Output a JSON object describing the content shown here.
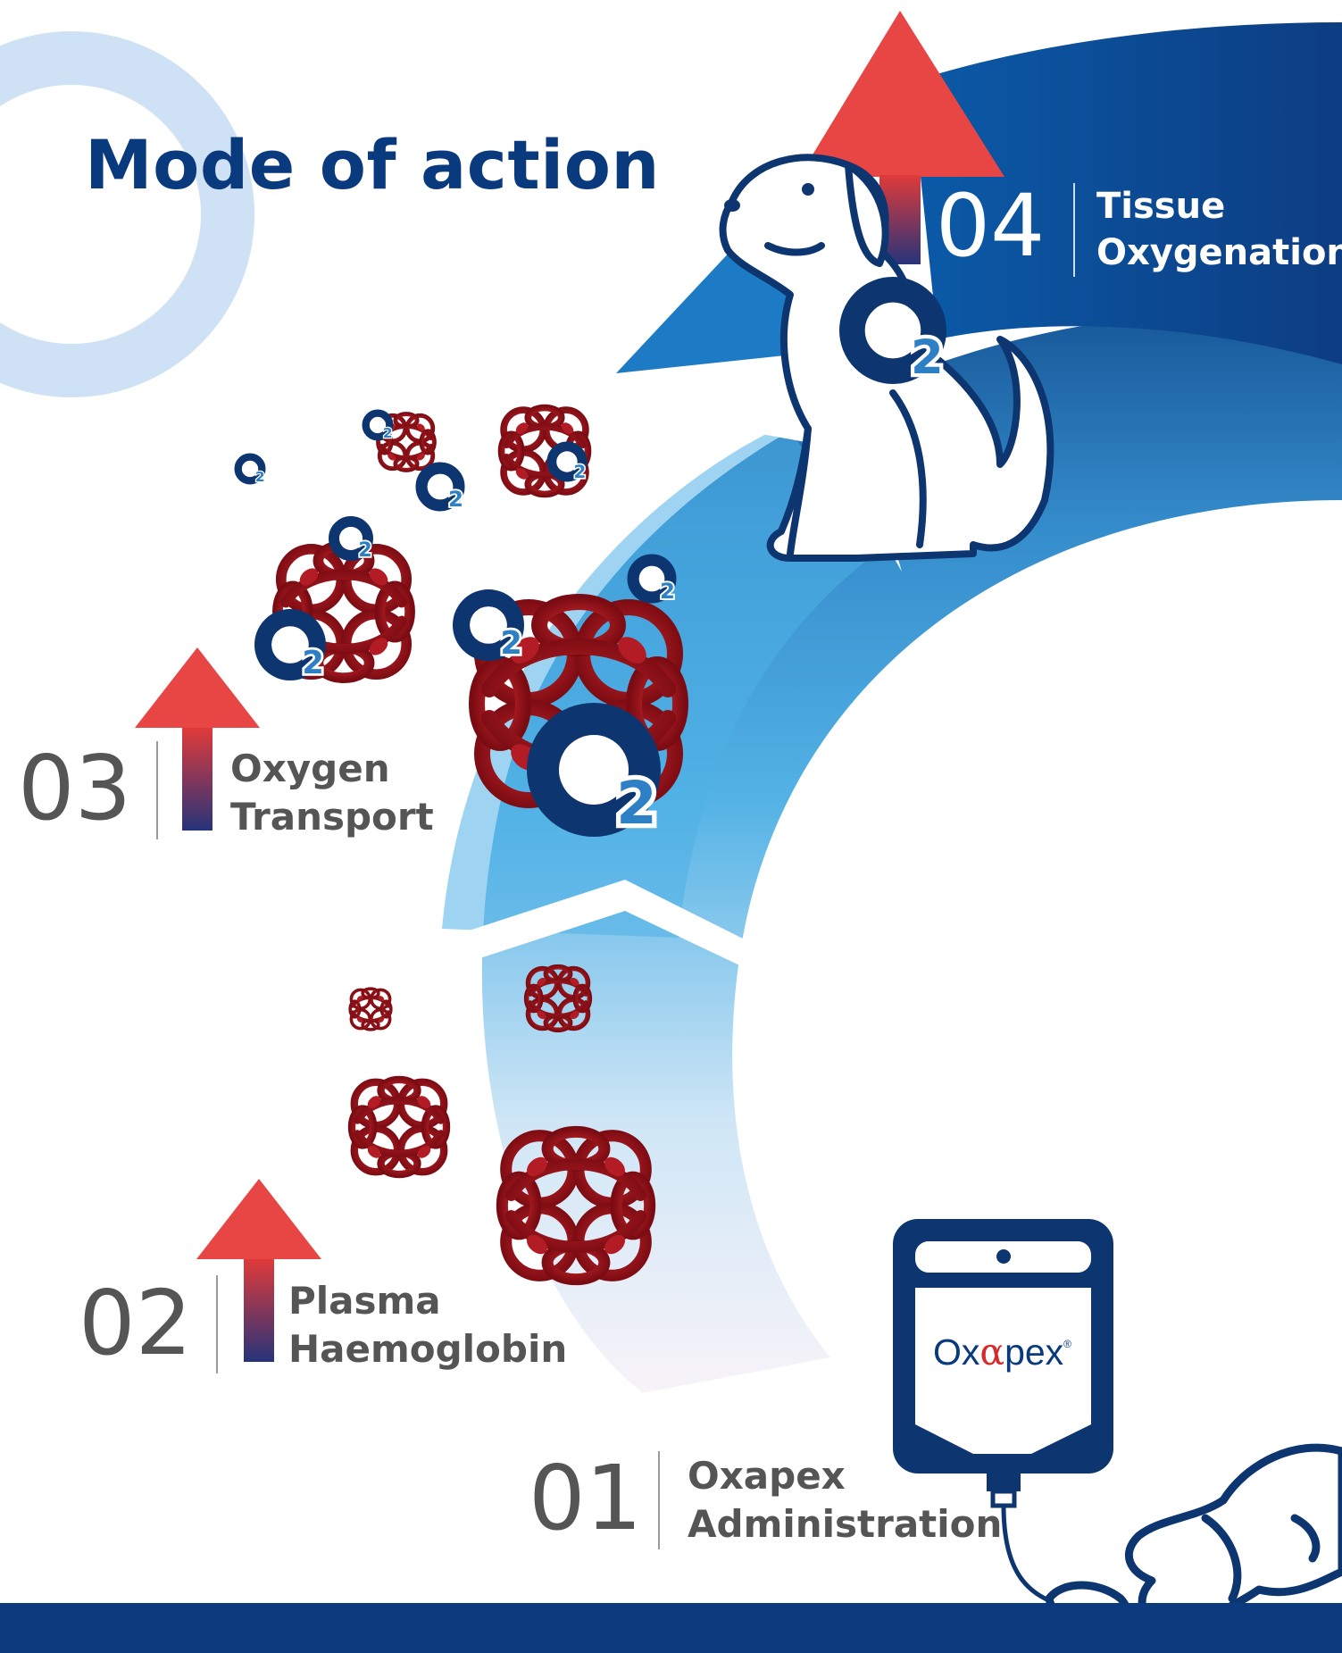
{
  "title": "Mode of action",
  "steps": [
    {
      "number": "01",
      "line1": "Oxapex",
      "line2": "Administration"
    },
    {
      "number": "02",
      "line1": "Plasma",
      "line2": "Haemoglobin"
    },
    {
      "number": "03",
      "line1": "Oxygen",
      "line2": "Transport"
    },
    {
      "number": "04",
      "line1": "Tissue",
      "line2": "Oxygenation"
    }
  ],
  "product": {
    "prefix": "Ox",
    "greek": "α",
    "suffix": "pex",
    "mark": "®"
  },
  "o2_symbol": {
    "letter": "O",
    "subscript": "2"
  },
  "colors": {
    "navy": "#0a3a7e",
    "red": "#e23a3a",
    "dark_red": "#8c0e14",
    "light_blue": "#c9dcf1",
    "arc_blue": "#3a9fdc",
    "gray_text": "#555555"
  },
  "icons": [
    "dog-icon",
    "iv-bag-icon",
    "lying-dog-icon",
    "o2-molecule-icon",
    "haemoglobin-icon",
    "up-arrow-icon"
  ]
}
